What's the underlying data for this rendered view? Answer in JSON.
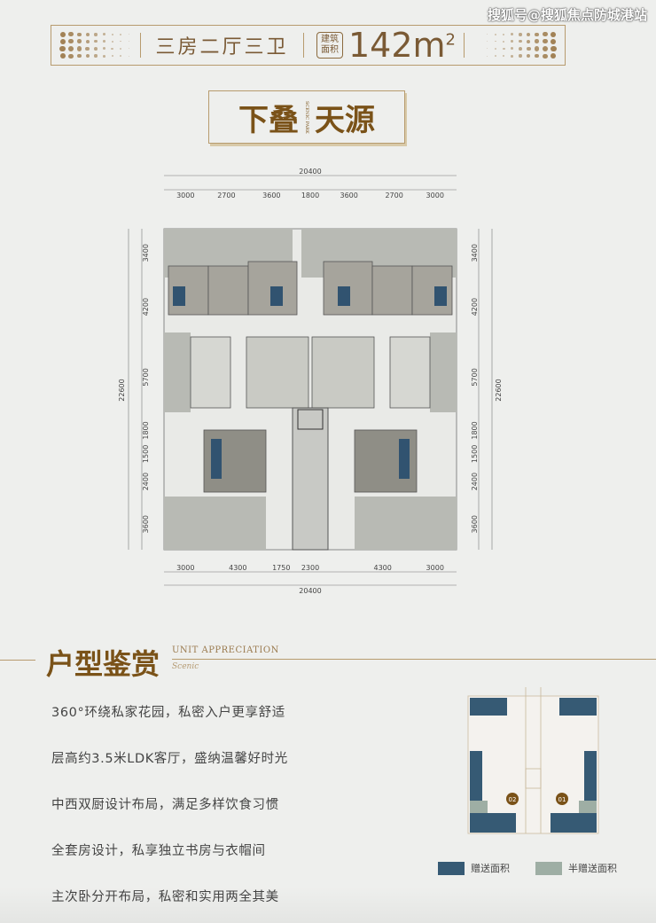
{
  "watermark": "搜狐号@搜狐焦点防城港站",
  "banner": {
    "rooms": "三房二厅三卫",
    "area_badge_line1": "建筑",
    "area_badge_line2": "面积",
    "area_value": "142m",
    "area_unit_sup": "2"
  },
  "logo": {
    "title_left": "下叠",
    "title_right": "天源",
    "small_text": "SCENIC PARK"
  },
  "plan": {
    "top_total": "20400",
    "top_dims": [
      "3000",
      "2700",
      "3600",
      "1800",
      "3600",
      "2700",
      "3000"
    ],
    "bottom_total": "20400",
    "bottom_dims": [
      "3000",
      "4300",
      "1750",
      "2300",
      "4300",
      "3000"
    ],
    "left_total": "22600",
    "left_dims": [
      "3400",
      "4200",
      "5700",
      "1800",
      "1500",
      "2400",
      "3600"
    ],
    "right_total": "22600",
    "right_dims": [
      "3400",
      "4200",
      "5700",
      "1800",
      "1500",
      "2400",
      "3600"
    ]
  },
  "section": {
    "title": "户型鉴赏",
    "en": "UNIT APPRECIATION",
    "script": "Scenic"
  },
  "features": [
    "360°环绕私家花园，私密入户更享舒适",
    "层高约3.5米LDK客厅，盛纳温馨好时光",
    "中西双厨设计布局，满足多样饮食习惯",
    "全套房设计，私享独立书房与衣帽间",
    "主次卧分开布局，私密和实用两全其美"
  ],
  "mini_plan": {
    "unit_left": "02",
    "unit_right": "01"
  },
  "legend": [
    {
      "label": "赠送面积",
      "color": "#365a74"
    },
    {
      "label": "半赠送面积",
      "color": "#9eaea4"
    }
  ]
}
